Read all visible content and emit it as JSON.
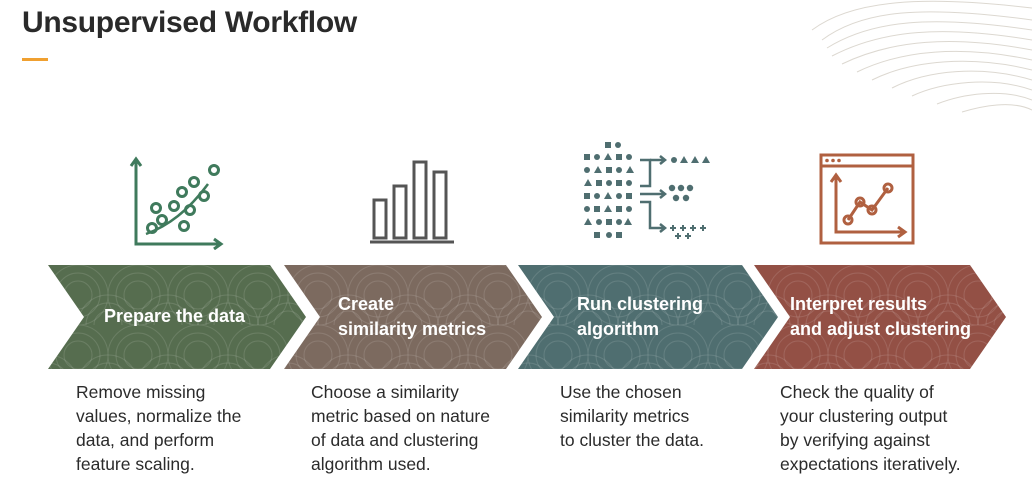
{
  "title": "Unsupervised Workflow",
  "colors": {
    "accent": "#f0a030",
    "step1": "#566d4f",
    "step2": "#7c6a5f",
    "step3": "#4f6e70",
    "step4": "#935045",
    "icon_green": "#3f7a5c",
    "icon_gray": "#555555",
    "icon_rust": "#b06040"
  },
  "steps": [
    {
      "label_lines": [
        "Prepare the data"
      ],
      "description": [
        "Remove missing",
        "values, normalize the",
        "data, and perform",
        "feature scaling."
      ],
      "icon": "scatter-plot-icon"
    },
    {
      "label_lines": [
        "Create",
        "similarity metrics"
      ],
      "description": [
        "Choose a similarity",
        "metric based on nature",
        "of data and clustering",
        "algorithm used."
      ],
      "icon": "bar-chart-icon"
    },
    {
      "label_lines": [
        "Run clustering",
        "algorithm"
      ],
      "description": [
        "Use the chosen",
        "similarity metrics",
        "to cluster the data."
      ],
      "icon": "clustering-icon"
    },
    {
      "label_lines": [
        "Interpret results",
        "and adjust clustering"
      ],
      "description": [
        "Check the quality of",
        "your clustering output",
        "by verifying against",
        "expectations iteratively."
      ],
      "icon": "line-chart-window-icon"
    }
  ]
}
